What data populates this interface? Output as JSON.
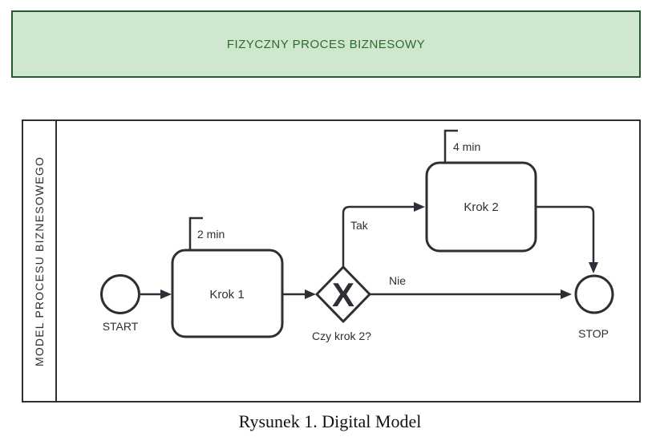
{
  "header": {
    "title": "FIZYCZNY PROCES BIZNESOWY"
  },
  "pool": {
    "lane_label": "MODEL PROCESU BIZNESOWEGO"
  },
  "diagram": {
    "type": "bpmn-flow",
    "start": {
      "label": "START"
    },
    "task1": {
      "label": "Krok 1",
      "duration": "2 min"
    },
    "gateway": {
      "marker": "X",
      "question": "Czy krok 2?",
      "branch_yes": "Tak",
      "branch_no": "Nie"
    },
    "task2": {
      "label": "Krok 2",
      "duration": "4 min"
    },
    "stop": {
      "label": "STOP"
    }
  },
  "caption": "Rysunek 1. Digital Model",
  "colors": {
    "banner_bg": "#cfe6cf",
    "banner_border": "#265c2b",
    "banner_text": "#2f6b2f",
    "line": "#2e2e36"
  }
}
